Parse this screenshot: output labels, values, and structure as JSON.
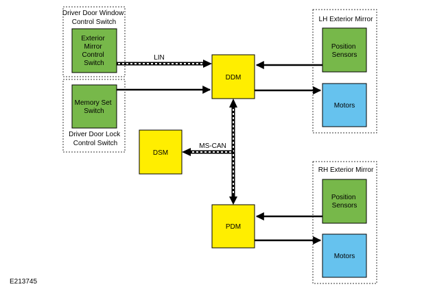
{
  "groups": {
    "driver_door_window": {
      "title": [
        "Driver Door Window",
        "Control Switch"
      ]
    },
    "driver_door_lock": {
      "title": [
        "Driver Door Lock",
        "Control Switch"
      ]
    },
    "lh_mirror": {
      "title": "LH Exterior Mirror"
    },
    "rh_mirror": {
      "title": "RH Exterior Mirror"
    }
  },
  "blocks": {
    "exterior_mirror_switch": {
      "lines": [
        "Exterior",
        "Mirror",
        "Control",
        "Switch"
      ]
    },
    "memory_set_switch": {
      "lines": [
        "Memory Set",
        "Switch"
      ]
    },
    "ddm": {
      "label": "DDM"
    },
    "pdm": {
      "label": "PDM"
    },
    "dsm": {
      "label": "DSM"
    },
    "lh_position_sensors": {
      "lines": [
        "Position",
        "Sensors"
      ]
    },
    "lh_motors": {
      "label": "Motors"
    },
    "rh_position_sensors": {
      "lines": [
        "Position",
        "Sensors"
      ]
    },
    "rh_motors": {
      "label": "Motors"
    }
  },
  "connections": {
    "lin_label": "LIN",
    "ms_can_label": "MS-CAN"
  },
  "figure_id": "E213745",
  "colors": {
    "switch_green": "#77b84a",
    "module_yellow": "#ffee00",
    "motor_blue": "#66c2ee"
  }
}
